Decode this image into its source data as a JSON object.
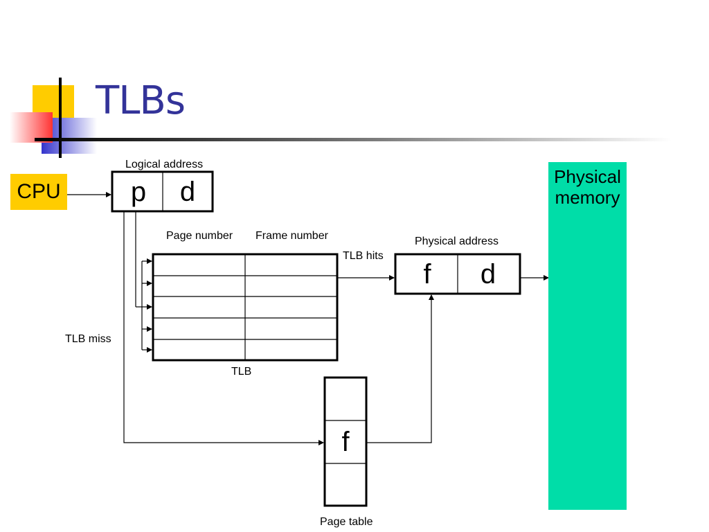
{
  "slide": {
    "title": "TLBs"
  },
  "colors": {
    "title": "#333399",
    "cpu_box": "#FFCC00",
    "physical_memory": "#00DDA8",
    "lines": "#000000"
  },
  "diagram": {
    "cpu_label": "CPU",
    "logical_address": {
      "caption": "Logical address",
      "fields": [
        "p",
        "d"
      ]
    },
    "tlb": {
      "column_headers": [
        "Page number",
        "Frame number"
      ],
      "rows": 5,
      "caption": "TLB"
    },
    "tlb_hits_label": "TLB hits",
    "tlb_miss_label": "TLB miss",
    "physical_address": {
      "caption": "Physical address",
      "fields": [
        "f",
        "d"
      ]
    },
    "page_table": {
      "caption": "Page table",
      "entry": "f"
    },
    "physical_memory_label": [
      "Physical",
      "memory"
    ]
  }
}
